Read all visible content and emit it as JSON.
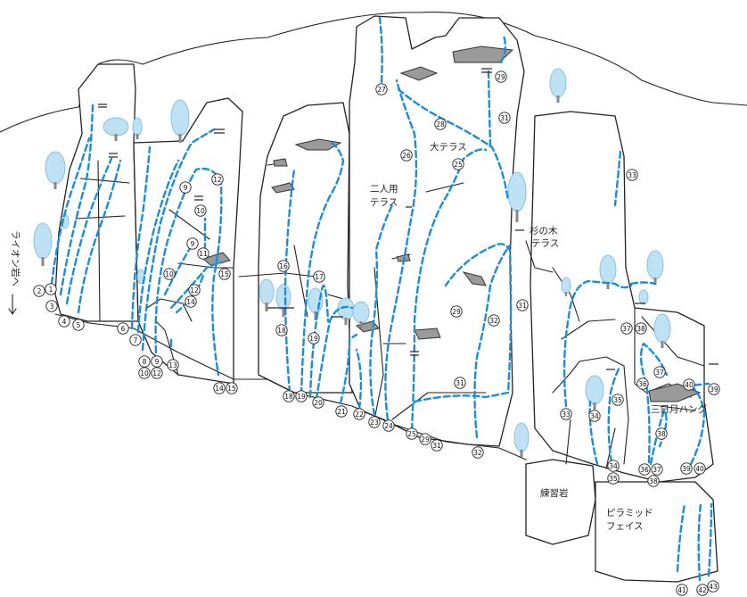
{
  "labels": {
    "lion_rock": "ライオン岩へ",
    "futari_terrace_1": "二人用",
    "futari_terrace_2": "テラス",
    "big_terrace": "大テラス",
    "sugi_terrace_1": "杉の木",
    "sugi_terrace_2": "テラス",
    "mikazuki_hang": "三日月ハング",
    "practice_rock": "練習岩",
    "pyramid_face_1": "ピラミッド",
    "pyramid_face_2": "フェイス"
  },
  "route_markers": [
    {
      "n": "1"
    },
    {
      "n": "2"
    },
    {
      "n": "3"
    },
    {
      "n": "4"
    },
    {
      "n": "5"
    },
    {
      "n": "6"
    },
    {
      "n": "7"
    },
    {
      "n": "8"
    },
    {
      "n": "9"
    },
    {
      "n": "10"
    },
    {
      "n": "12"
    },
    {
      "n": "13"
    },
    {
      "n": "9"
    },
    {
      "n": "10"
    },
    {
      "n": "11"
    },
    {
      "n": "12"
    },
    {
      "n": "9"
    },
    {
      "n": "10"
    },
    {
      "n": "12"
    },
    {
      "n": "14"
    },
    {
      "n": "15"
    },
    {
      "n": "14"
    },
    {
      "n": "15"
    },
    {
      "n": "16"
    },
    {
      "n": "17"
    },
    {
      "n": "18"
    },
    {
      "n": "19"
    },
    {
      "n": "18"
    },
    {
      "n": "19"
    },
    {
      "n": "20"
    },
    {
      "n": "21"
    },
    {
      "n": "22"
    },
    {
      "n": "23"
    },
    {
      "n": "24"
    },
    {
      "n": "25"
    },
    {
      "n": "26"
    },
    {
      "n": "27"
    },
    {
      "n": "28"
    },
    {
      "n": "25"
    },
    {
      "n": "29"
    },
    {
      "n": "31"
    },
    {
      "n": "29"
    },
    {
      "n": "31"
    },
    {
      "n": "29"
    },
    {
      "n": "32"
    },
    {
      "n": "31"
    },
    {
      "n": "31"
    },
    {
      "n": "32"
    },
    {
      "n": "33"
    },
    {
      "n": "33"
    },
    {
      "n": "34"
    },
    {
      "n": "35"
    },
    {
      "n": "34"
    },
    {
      "n": "35"
    },
    {
      "n": "36"
    },
    {
      "n": "37"
    },
    {
      "n": "37"
    },
    {
      "n": "38"
    },
    {
      "n": "38"
    },
    {
      "n": "36"
    },
    {
      "n": "37"
    },
    {
      "n": "38"
    },
    {
      "n": "39"
    },
    {
      "n": "40"
    },
    {
      "n": "39"
    },
    {
      "n": "40"
    },
    {
      "n": "41"
    },
    {
      "n": "42"
    },
    {
      "n": "43"
    }
  ],
  "colors": {
    "route": "#1b8ed6",
    "rock_outline": "#222222",
    "tree": "#bfe1f4",
    "overhang": "#9a9a9a"
  }
}
